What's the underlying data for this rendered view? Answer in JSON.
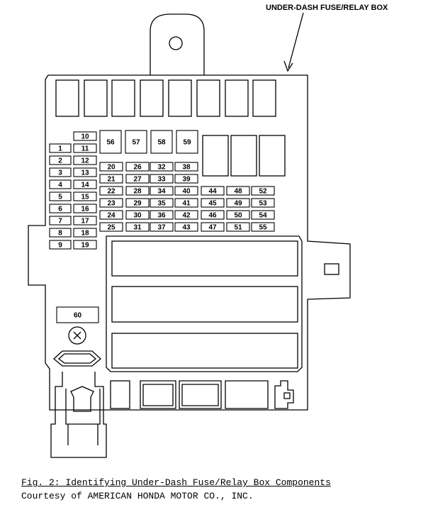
{
  "callout": {
    "label": "UNDER-DASH FUSE/RELAY BOX"
  },
  "caption": {
    "figure": "Fig. 2: Identifying Under-Dash Fuse/Relay Box Components",
    "courtesy": "Courtesy of AMERICAN HONDA MOTOR CO., INC."
  },
  "fuses": {
    "left_col_a": [
      "1",
      "2",
      "3",
      "4",
      "5",
      "6",
      "7",
      "8",
      "9"
    ],
    "left_col_b": [
      "10",
      "11",
      "12",
      "13",
      "14",
      "15",
      "16",
      "17",
      "18",
      "19"
    ],
    "large_row": [
      "56",
      "57",
      "58",
      "59"
    ],
    "col_20": [
      "20",
      "21",
      "22",
      "23",
      "24",
      "25"
    ],
    "col_26": [
      "26",
      "27",
      "28",
      "29",
      "30",
      "31"
    ],
    "col_32": [
      "32",
      "33",
      "34",
      "35",
      "36",
      "37"
    ],
    "col_38": [
      "38",
      "39",
      "40",
      "41",
      "42",
      "43"
    ],
    "col_44": [
      "44",
      "45",
      "46",
      "47"
    ],
    "col_48": [
      "48",
      "49",
      "50",
      "51"
    ],
    "col_52": [
      "52",
      "53",
      "54",
      "55"
    ],
    "main": "60"
  }
}
